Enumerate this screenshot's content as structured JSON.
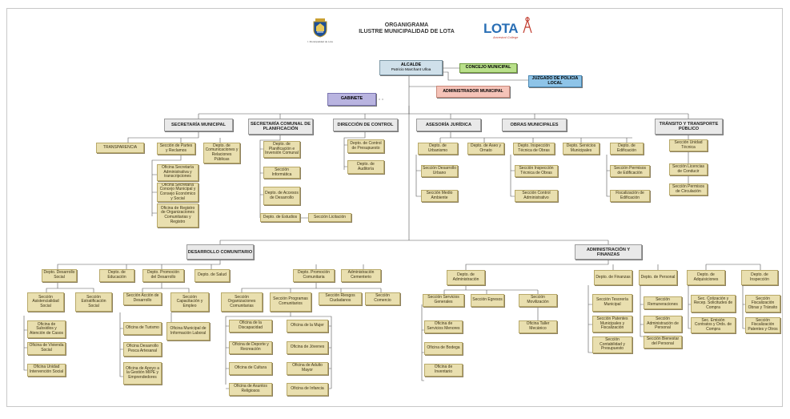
{
  "header": {
    "title_line1": "ORGANIGRAMA",
    "title_line2": "ILUSTRE MUNICIPALIDAD DE LOTA",
    "crest_caption": "I. Municipalidad de Lota",
    "lota_logo": "LOTA",
    "lota_tagline": "Ancestral College"
  },
  "top": {
    "alcalde": "ALCALDE",
    "alcalde_name": "Patricio Marchant Ulloa",
    "concejo": "CONCEJO MUNICIPAL",
    "juzgado": "JUZGADO DE POLICIA LOCAL",
    "administrador": "ADMINISTRADOR MUNICIPAL",
    "gabinete": "GABINETE"
  },
  "colors": {
    "alcalde": "#cfe0ea",
    "concejo": "#b9e08a",
    "juzgado": "#8ec4e8",
    "administrador": "#f5c3b8",
    "gabinete": "#b9b4e0",
    "unit": "#e9dfaf",
    "header": "#e9e9e9"
  },
  "depts": {
    "sm": "SECRETARÍA MUNICIPAL",
    "scp": "SECRETARÍA COMUNAL DE PLANIFICACIÓN",
    "dc": "DIRECCIÓN DE CONTROL",
    "aj": "ASESORÍA JURÍDICA",
    "om": "OBRAS MUNICIPALES",
    "tt": "TRÁNSITO Y TRANSPORTE PÚBLICO",
    "dco": "DESARROLLO COMUNITARIO",
    "af": "ADMINISTRACIÓN Y FINANZAS"
  },
  "units": {
    "transparencia": "TRANSPARENCIA",
    "partes": "Sección de Partes y Reclamos",
    "comunicaciones": "Depto. de Comunicaciones y Relaciones Públicas",
    "of_sec": "Oficina Secretaría Administrativa y transcripciones",
    "of_concejo": "Oficina Secretaría Concejo Municipal y Consejo Económico y Social",
    "of_registro": "Oficina de Registro de Organizaciones Comunitarias y Registro",
    "planif": "Depto. de Planificación e Inversión Comunal",
    "informatica": "Sección Informática",
    "acceso": "Depto. de Accesos de Desarrollo",
    "estudios": "Depto. de Estudios",
    "licitacion": "Sección Licitación",
    "presupuesto": "Depto. de Control de Presupuesto",
    "auditoria": "Depto. de Auditoría",
    "urbanismo": "Depto. de Urbanismo",
    "aseo": "Depto. de Aseo y Ornato",
    "inspeccion_tec": "Depto. Inspección Técnica de Obras",
    "servicios_mun": "Depto. Servicios Municipales",
    "edificacion": "Depto. de Edificación",
    "desarrollo_urbano": "Sección Desarrollo Urbano",
    "medio_ambiente": "Sección Medio Ambiente",
    "sec_inspeccion_tec": "Sección Inspección Técnica de Obras",
    "control_adm": "Sección Control Administrativo",
    "permisos_edif": "Sección Permisos de Edificación",
    "fiscal_edif": "Fiscalización de Edificación",
    "unidad_tecnica": "Sección Unidad Técnica",
    "licencias": "Sección Licencias de Conducir",
    "permisos_circ": "Sección Permisos de Circulación",
    "desarrollo_social": "Depto. Desarrollo Social",
    "educacion": "Depto. de Educación",
    "promocion_des": "Depto. Promoción del Desarrollo",
    "salud": "Depto. de Salud",
    "promocion_com": "Depto. Promoción Comunitaria",
    "cementerio": "Administración Cementerio",
    "asistencialidad": "Sección Asistencialidad Social",
    "estratificacion": "Sección Estratificación Social",
    "accion_des": "Sección Acción de Desarrollo",
    "capacitacion": "Sección Capacitación y Empleo",
    "org_comunitarias": "Sección Organizaciones Comunitarias",
    "programas_com": "Sección Programas Comunitarios",
    "riesgos": "Sección Riesgos Ciudadanos",
    "comercio": "Sección Comercio",
    "subsidios": "Oficina de Subsidios y Atención de Casos",
    "vivienda": "Oficina de Vivienda Social",
    "intervencion": "Oficina Unidad Intervención Social",
    "turismo": "Oficina de Turismo",
    "pesca": "Oficina Desarrollo Pesca Artesanal",
    "mipe": "Oficina de Apoyo a la Gestión MIPE y Emprendedores",
    "info_laboral": "Oficina Municipal de Información Laboral",
    "discapacidad": "Oficina de la Discapacidad",
    "deporte": "Oficina de Deporte y Recreación",
    "cultura": "Oficina de Cultura",
    "religiosos": "Oficina de Asuntos Religiosos",
    "mujer": "Oficina de la Mujer",
    "jovenes": "Oficina de Jóvenes",
    "adulto_mayor": "Oficina de Adulto Mayor",
    "infancia": "Oficina de Infancia",
    "depto_adm": "Depto. de Administración",
    "finanzas": "Depto. de Finanzas",
    "personal": "Depto. de Personal",
    "adquisiciones": "Depto. de Adquisiciones",
    "depto_insp": "Depto. de Inspección",
    "servicios_gen": "Sección Servicios Generales",
    "egresos": "Sección Egresos",
    "movilizacion": "Sección Movilización",
    "taller": "Oficina Taller Mecánico",
    "of_servicios_menores": "Oficina de Servicios Menores",
    "bodega": "Oficina de Bodega",
    "inventario": "Oficina de Inventario",
    "tesoreria": "Sección Tesorería Municipal",
    "patentes": "Sección Patentes Municipales y Fiscalización",
    "contabilidad": "Sección Contabilidad y Presupuesto",
    "remuneraciones": "Sección Remuneraciones",
    "adm_personal": "Sección Administración de Personal",
    "bienestar": "Sección Bienestar del Personal",
    "cotizacion": "Sec. Cotización y Recep. Solicitudes de Compra",
    "emision": "Sec. Emisión Contratos y Ords. de Compra",
    "fiscal_obras": "Sección Fiscalización Obras y Tránsito",
    "fiscal_patentes": "Sección Fiscalización Patentes y Otros"
  }
}
